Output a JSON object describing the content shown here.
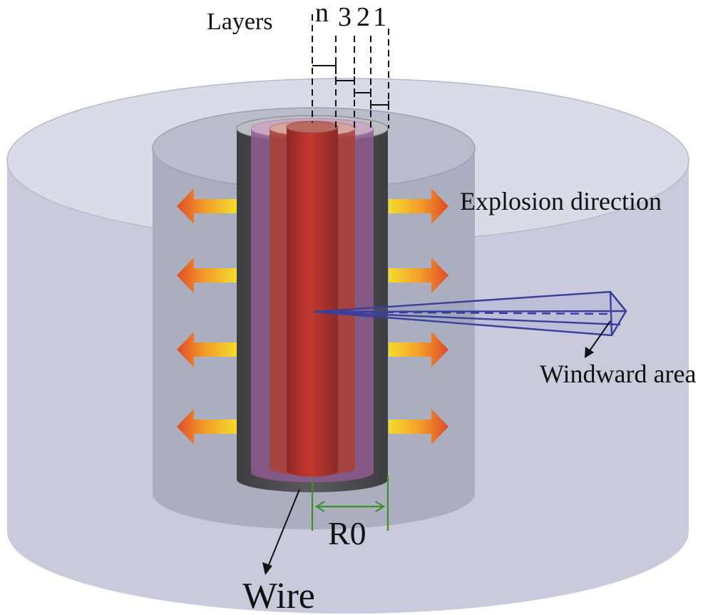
{
  "labels": {
    "layers": "Layers",
    "layer_n": "n",
    "layer_3": "3",
    "layer_2": "2",
    "layer_1": "1",
    "explosion_direction": "Explosion direction",
    "windward_area": "Windward area",
    "radius": "R0",
    "wire": "Wire"
  },
  "colors": {
    "outer_cylinder": "#c9cbdc",
    "inner_cylinder": "#a9acbd",
    "dark_shell": "#4a4a4d",
    "wire_core": "#b2302c",
    "arrow_tip": "#e0562a",
    "arrow_base": "#f2cc2a",
    "windward": "#3b3f9a",
    "dimension": "#3f8f2a"
  },
  "icons": {
    "explosion_arrow": "arrow-right-icon"
  }
}
